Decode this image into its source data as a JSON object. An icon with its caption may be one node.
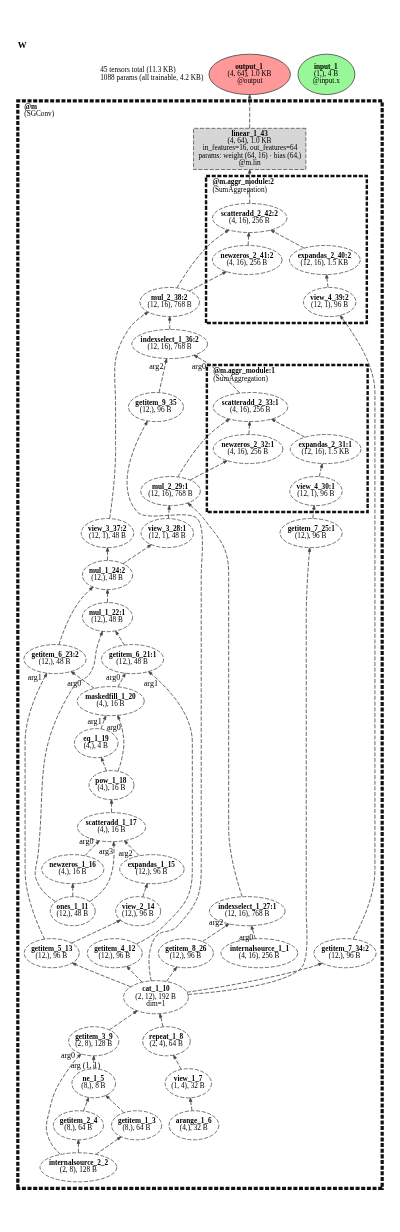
{
  "diagram": {
    "title": "W",
    "nodes": [
      {
        "text": [
          "output_1",
          "(4, 64), 1.0 KB",
          "@output"
        ]
      },
      {
        "text": [
          "input_1",
          "(1,), 4 B",
          "@input.x"
        ]
      },
      {
        "text": [
          "@m",
          "(SGConv)"
        ]
      },
      {
        "text": [
          "linear_1_43",
          "(4, 64), 1.0 KB",
          "in_features=16, out_features=64",
          "params: weight (64, 16) · bias (64,)",
          "@m.lin"
        ],
        "in": 2
      },
      {
        "text": [
          "@m.aggr_module:2",
          "(SumAggregation)"
        ],
        "in": 2
      },
      {
        "text": [
          "scatteradd_2_42:2",
          "(4, 16), 256 B"
        ],
        "in": 4
      },
      {
        "text": [
          "newzeros_2_41:2",
          "(4, 16), 256 B"
        ],
        "in": 4
      },
      {
        "text": [
          "expandas_2_40:2",
          "(12, 16), 1.5 KB"
        ],
        "in": 4
      },
      {
        "text": [
          "view_4_39:2",
          "(12, 1), 96 B"
        ],
        "in": 4
      },
      {
        "text": [
          "mul_2_38:2",
          "(12, 16), 768 B"
        ],
        "in": 2
      },
      {
        "text": [
          "indexselect_1_36:2",
          "(12, 16), 768 B"
        ],
        "in": 2
      },
      {
        "text": [
          "view_3_37:2",
          "(12, 1), 48 B"
        ],
        "in": 2
      },
      {
        "text": [
          "getitem_7_34:2",
          "(12,), 96 B"
        ],
        "in": 2
      },
      {
        "text": [
          "getitem_9_35",
          "(12,), 96 B"
        ],
        "in": 2
      },
      {
        "text": [
          "@m.aggr_module:1",
          "(SumAggregation)"
        ],
        "in": 2
      },
      {
        "text": [
          "scatteradd_2_33:1",
          "(4, 16), 256 B"
        ],
        "in": 14
      },
      {
        "text": [
          "newzeros_2_32:1",
          "(4, 16), 256 B"
        ],
        "in": 14
      },
      {
        "text": [
          "expandas_2_31:1",
          "(12, 16), 1.5 KB"
        ],
        "in": 14
      },
      {
        "text": [
          "view_4_30:1",
          "(12, 1), 96 B"
        ],
        "in": 14
      },
      {
        "text": [
          "mul_2_29:1",
          "(12, 16), 768 B"
        ],
        "in": 2
      },
      {
        "text": [
          "view_3_28:1",
          "(12, 1), 48 B"
        ],
        "in": 2
      },
      {
        "text": [
          "getitem_7_25:1",
          "(12,), 96 B"
        ],
        "in": 2
      },
      {
        "text": [
          "mul_1_24:2",
          "(12,), 48 B"
        ],
        "in": 2
      },
      {
        "text": [
          "mul_1_22:1",
          "(12,), 48 B"
        ],
        "in": 2
      },
      {
        "text": [
          "getitem_6_23:2",
          "(12,), 48 B"
        ],
        "in": 2
      },
      {
        "text": [
          "getitem_6_21:1",
          "(12,), 48 B"
        ],
        "in": 2
      },
      {
        "text": [
          "maskedfill_1_20",
          "(4,), 16 B"
        ],
        "in": 2
      },
      {
        "text": [
          "eq_1_19",
          "(4,), 4 B"
        ],
        "in": 2
      },
      {
        "text": [
          "pow_1_18",
          "(4,), 16 B"
        ],
        "in": 2
      },
      {
        "text": [
          "scatteradd_1_17",
          "(4,), 16 B"
        ],
        "in": 2
      },
      {
        "text": [
          "expandas_1_15",
          "(12,), 96 B"
        ],
        "in": 2
      },
      {
        "text": [
          "newzeros_1_16",
          "(4,), 16 B"
        ],
        "in": 2
      },
      {
        "text": [
          "indexselect_1_27:1",
          "(12, 16), 768 B"
        ],
        "in": 2
      },
      {
        "text": [
          "view_2_14",
          "(12,), 96 B"
        ],
        "in": 2
      },
      {
        "text": [
          "ones_1_11",
          "(12,), 48 B"
        ],
        "in": 2
      },
      {
        "text": [
          "internalsource_1_1",
          "(4, 16), 256 B"
        ],
        "in": 2
      },
      {
        "text": [
          "getitem_8_26",
          "(12,), 96 B"
        ],
        "in": 2
      },
      {
        "text": [
          "getitem_5_13",
          "(12,), 96 B"
        ],
        "in": 2
      },
      {
        "text": [
          "getitem_4_12",
          "(12,), 96 B"
        ],
        "in": 2
      },
      {
        "text": [
          "cat_1_10",
          "(2, 12), 192 B",
          "dim=1"
        ],
        "in": 2
      },
      {
        "text": [
          "repeat_1_8",
          "(2, 4), 64 B"
        ],
        "in": 2
      },
      {
        "text": [
          "getitem_3_9",
          "(2, 8), 128 B"
        ],
        "in": 2
      },
      {
        "text": [
          "view_1_7",
          "(1, 4), 32 B"
        ],
        "in": 2
      },
      {
        "text": [
          "ne_1_5",
          "(8,), 8 B"
        ],
        "in": 2
      },
      {
        "text": [
          "arange_1_6",
          "(4,), 32 B"
        ],
        "in": 2
      },
      {
        "text": [
          "getitem_2_4",
          "(8,), 64 B"
        ],
        "in": 2
      },
      {
        "text": [
          "getitem_1_3",
          "(8,), 64 B"
        ],
        "in": 2
      },
      {
        "text": [
          "internalsource_2_2",
          "(2, 8), 128 B"
        ],
        "in": 2
      }
    ],
    "edges": [
      {
        "from": 3,
        "to": 0,
        "arrow": "to"
      },
      {
        "from": 5,
        "to": 3,
        "arrow": "to"
      },
      {
        "from": 6,
        "to": 5,
        "arrow": "to"
      },
      {
        "from": 7,
        "to": 5,
        "arrow": "to"
      },
      {
        "from": 9,
        "to": 5,
        "arrow": "to"
      },
      {
        "from": 8,
        "to": 7,
        "arrow": "to"
      },
      {
        "from": 9,
        "to": 6,
        "arrow": "to"
      },
      {
        "from": 12,
        "to": 8,
        "arrow": "to"
      },
      {
        "from": 10,
        "to": 9,
        "arrow": "to"
      },
      {
        "from": 11,
        "to": 9,
        "arrow": "to"
      },
      {
        "from": 15,
        "to": 10,
        "arrow": "to",
        "label": "arg0"
      },
      {
        "from": 13,
        "to": 10,
        "arrow": "to",
        "label": "arg2"
      },
      {
        "from": 22,
        "to": 11,
        "arrow": "to"
      },
      {
        "from": 39,
        "to": 12,
        "arrow": "to"
      },
      {
        "from": 39,
        "to": 13,
        "arrow": "to"
      },
      {
        "from": 16,
        "to": 15,
        "arrow": "to"
      },
      {
        "from": 17,
        "to": 15,
        "arrow": "to"
      },
      {
        "from": 19,
        "to": 15,
        "arrow": "to"
      },
      {
        "from": 18,
        "to": 17,
        "arrow": "to"
      },
      {
        "from": 19,
        "to": 16,
        "arrow": "to"
      },
      {
        "from": 21,
        "to": 18,
        "arrow": "to"
      },
      {
        "from": 32,
        "to": 19,
        "arrow": "to"
      },
      {
        "from": 20,
        "to": 19,
        "arrow": "to"
      },
      {
        "from": 22,
        "to": 20,
        "arrow": "to"
      },
      {
        "from": 39,
        "to": 21,
        "arrow": "to"
      },
      {
        "from": 23,
        "to": 22,
        "arrow": "to"
      },
      {
        "from": 24,
        "to": 22,
        "arrow": "to"
      },
      {
        "from": 25,
        "to": 23,
        "arrow": "to"
      },
      {
        "from": 34,
        "to": 23,
        "arrow": "to"
      },
      {
        "from": 37,
        "to": 24,
        "arrow": "to",
        "label": "arg1"
      },
      {
        "from": 26,
        "to": 24,
        "arrow": "to",
        "label": "arg0"
      },
      {
        "from": 26,
        "to": 25,
        "arrow": "to",
        "label": "arg0"
      },
      {
        "from": 38,
        "to": 25,
        "arrow": "to",
        "label": "arg1"
      },
      {
        "from": 28,
        "to": 26,
        "arrow": "to",
        "label": "arg0"
      },
      {
        "from": 27,
        "to": 26,
        "arrow": "to",
        "label": "arg1"
      },
      {
        "from": 28,
        "to": 27,
        "arrow": "to"
      },
      {
        "from": 29,
        "to": 28,
        "arrow": "to"
      },
      {
        "from": 30,
        "to": 29,
        "arrow": "to",
        "label": "arg2"
      },
      {
        "from": 31,
        "to": 29,
        "arrow": "to",
        "label": "arg0"
      },
      {
        "from": 34,
        "to": 29,
        "arrow": "to",
        "label": "arg3"
      },
      {
        "from": 33,
        "to": 30,
        "arrow": "to"
      },
      {
        "from": 34,
        "to": 31,
        "arrow": "to"
      },
      {
        "from": 35,
        "to": 32,
        "arrow": "to",
        "label": "arg0"
      },
      {
        "from": 36,
        "to": 32,
        "arrow": "to",
        "label": "arg2"
      },
      {
        "from": 37,
        "to": 33,
        "arrow": "to"
      },
      {
        "from": 39,
        "to": 36,
        "arrow": "to"
      },
      {
        "from": 39,
        "to": 37,
        "arrow": "to"
      },
      {
        "from": 39,
        "to": 38,
        "arrow": "to"
      },
      {
        "from": 40,
        "to": 39,
        "arrow": "to"
      },
      {
        "from": 41,
        "to": 39,
        "arrow": "to"
      },
      {
        "from": 42,
        "to": 40,
        "arrow": "to"
      },
      {
        "from": 47,
        "to": 41,
        "arrow": "to",
        "label": "arg0"
      },
      {
        "from": 43,
        "to": 41,
        "arrow": "to",
        "label": "arg (1, 1)"
      },
      {
        "from": 44,
        "to": 42,
        "arrow": "to"
      },
      {
        "from": 45,
        "to": 43,
        "arrow": "to"
      },
      {
        "from": 46,
        "to": 43,
        "arrow": "to"
      },
      {
        "from": 47,
        "to": 45,
        "arrow": "to"
      },
      {
        "from": 47,
        "to": 46,
        "arrow": "to"
      }
    ],
    "labels": [
      "45 tensors total (11.3 KB)",
      "1088 params (all trainable, 4.2 KB)"
    ]
  }
}
